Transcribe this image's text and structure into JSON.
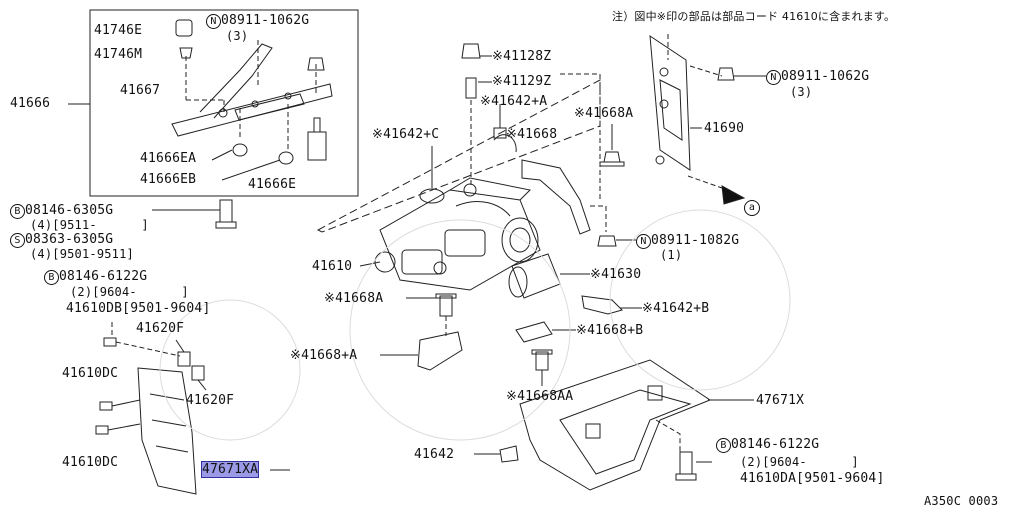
{
  "note": "注）図中※印の部品は部品コード 41610に含まれます。",
  "diagram_code": "A350C 0003",
  "callouts": {
    "c41746E": "41746E",
    "c41746M": "41746M",
    "c41666": "41666",
    "c41667": "41667",
    "c41666EA": "41666EA",
    "c41666EB": "41666EB",
    "c41666E": "41666E",
    "nut_top_code": "08911-1062G",
    "nut_top_qty": "(3)",
    "b08146_6305G": "08146-6305G",
    "b08146_6305G_sub": "(4)[9511-      ]",
    "s08363_6305G": "08363-6305G",
    "s08363_6305G_sub": "(4)[9501-9511]",
    "b08146_6122G_left": "08146-6122G",
    "b08146_6122G_left_sub": "(2)[9604-      ]",
    "c41610DB": "41610DB[9501-9604]",
    "c41620F_top": "41620F",
    "c41610DC_top": "41610DC",
    "c41620F_bottom": "41620F",
    "c41610DC_bottom": "41610DC",
    "c47671XA": "47671XA",
    "c41128Z": "※41128Z",
    "c41129Z": "※41129Z",
    "c41642A": "※41642+A",
    "c41668": "※41668",
    "c41642C": "※41642+C",
    "c41668A_top": "※41668A",
    "nut_right_code": "08911-1062G",
    "nut_right_qty": "(3)",
    "c41690": "41690",
    "nut_mid_code": "08911-1082G",
    "nut_mid_qty": "(1)",
    "c41610": "41610",
    "c41630": "※41630",
    "c41668A_mid": "※41668A",
    "c41642B": "※41642+B",
    "c41668B": "※41668+B",
    "c41668plusA": "※41668+A",
    "c41668AA": "※41668AA",
    "c47671X": "47671X",
    "c41642": "41642",
    "b08146_6122G_right": "08146-6122G",
    "b08146_6122G_right_sub": "(2)[9604-      ]",
    "c41610DA": "41610DA[9501-9604]",
    "circle_N": "N",
    "circle_B": "B",
    "circle_S": "S",
    "circle_a": "a"
  }
}
